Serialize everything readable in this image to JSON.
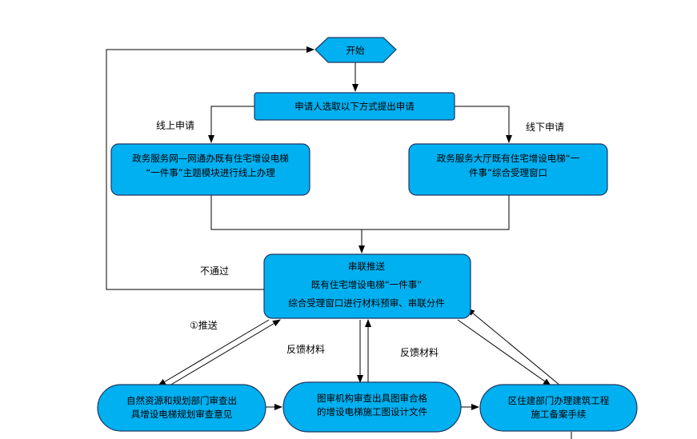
{
  "colors": {
    "box_fill": "#00B0F0",
    "box_stroke": "#1F3864",
    "line": "#000000",
    "background": "#FFFFFF"
  },
  "flow": {
    "start": "开始",
    "apply": "申请人选取以下方式提出申请",
    "online_label": "线上申请",
    "offline_label": "线下申请",
    "online_box": [
      "政务服务网—网通办既有住宅增设电梯",
      "“一件事”主题模块进行线上办理"
    ],
    "offline_box": [
      "政务服务大厅既有住宅增设电梯“一",
      "件事”综合受理窗口"
    ],
    "central_box": [
      "串联推送",
      "既有住宅增设电梯“一件事”",
      "综合受理窗口进行材料预审、串联分件"
    ],
    "fail_label": "不通过",
    "push_label": "①推送",
    "feedback_label_1": "反馈材料",
    "feedback_label_2": "反馈材料",
    "planning_box": [
      "自然资源和规划部门审查出",
      "具增设电梯规划审查意见"
    ],
    "drawing_review_box": [
      "图审机构审查出具图审合格",
      "的增设电梯施工图设计文件"
    ],
    "housing_box": [
      "区住建部门办理建筑工程",
      "施工备案手续"
    ]
  }
}
